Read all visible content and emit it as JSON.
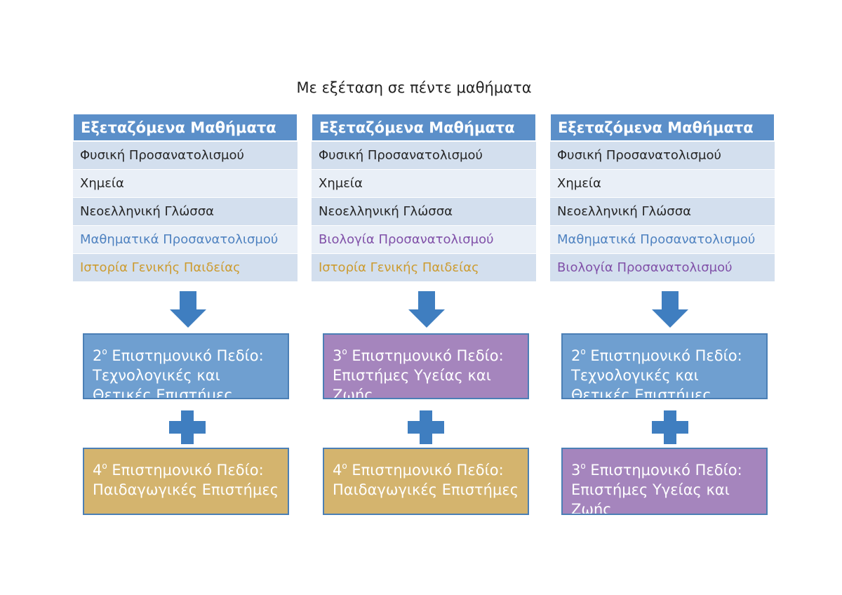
{
  "title": "Με εξέταση σε πέντε μαθήματα",
  "colors": {
    "header": "#5b8fc9",
    "arrow": "#3f7ec0",
    "field2": "#6f9fd0",
    "field3": "#a585bd",
    "field4": "#d4b46e",
    "math_text": "#4f82c0",
    "bio_text": "#8050a8",
    "hist_text": "#cc9b2f"
  },
  "columns": [
    {
      "header": "Εξεταζόμενα Μαθήματα",
      "rows": [
        {
          "text": "Φυσική Προσανατολισμού",
          "color": "#262626"
        },
        {
          "text": "Χημεία",
          "color": "#262626"
        },
        {
          "text": "Νεοελληνική Γλώσσα",
          "color": "#262626"
        },
        {
          "text": "Μαθηματικά Προσανατολισμού",
          "color": "#4f82c0"
        },
        {
          "text": "Ιστορία Γενικής Παιδείας",
          "color": "#cc9b2f"
        }
      ],
      "box1": {
        "num": "2",
        "deg": "ο",
        "text": " Επιστημονικό Πεδίο: Τεχνολογικές και Θετικές Επιστήμες",
        "color": "#6f9fd0"
      },
      "box2": {
        "num": "4",
        "deg": "ο",
        "text": " Επιστημονικό Πεδίο: Παιδαγωγικές Επιστήμες",
        "color": "#d4b46e"
      }
    },
    {
      "header": "Εξεταζόμενα Μαθήματα",
      "rows": [
        {
          "text": "Φυσική Προσανατολισμού",
          "color": "#262626"
        },
        {
          "text": "Χημεία",
          "color": "#262626"
        },
        {
          "text": "Νεοελληνική Γλώσσα",
          "color": "#262626"
        },
        {
          "text": "Βιολογία Προσανατολισμού",
          "color": "#8050a8"
        },
        {
          "text": "Ιστορία Γενικής Παιδείας",
          "color": "#cc9b2f"
        }
      ],
      "box1": {
        "num": "3",
        "deg": "ο",
        "text": " Επιστημονικό Πεδίο: Επιστήμες Υγείας και Ζωής",
        "color": "#a585bd"
      },
      "box2": {
        "num": "4",
        "deg": "ο",
        "text": " Επιστημονικό Πεδίο: Παιδαγωγικές Επιστήμες",
        "color": "#d4b46e"
      }
    },
    {
      "header": "Εξεταζόμενα Μαθήματα",
      "rows": [
        {
          "text": "Φυσική Προσανατολισμού",
          "color": "#262626"
        },
        {
          "text": "Χημεία",
          "color": "#262626"
        },
        {
          "text": "Νεοελληνική Γλώσσα",
          "color": "#262626"
        },
        {
          "text": "Μαθηματικά Προσανατολισμού",
          "color": "#4f82c0"
        },
        {
          "text": "Βιολογία Προσανατολισμού",
          "color": "#8050a8"
        }
      ],
      "box1": {
        "num": "2",
        "deg": "ο",
        "text": " Επιστημονικό Πεδίο: Τεχνολογικές και Θετικές Επιστήμες",
        "color": "#6f9fd0"
      },
      "box2": {
        "num": "3",
        "deg": "ο",
        "text": " Επιστημονικό Πεδίο: Επιστήμες Υγείας και Ζωής",
        "color": "#a585bd"
      }
    }
  ]
}
